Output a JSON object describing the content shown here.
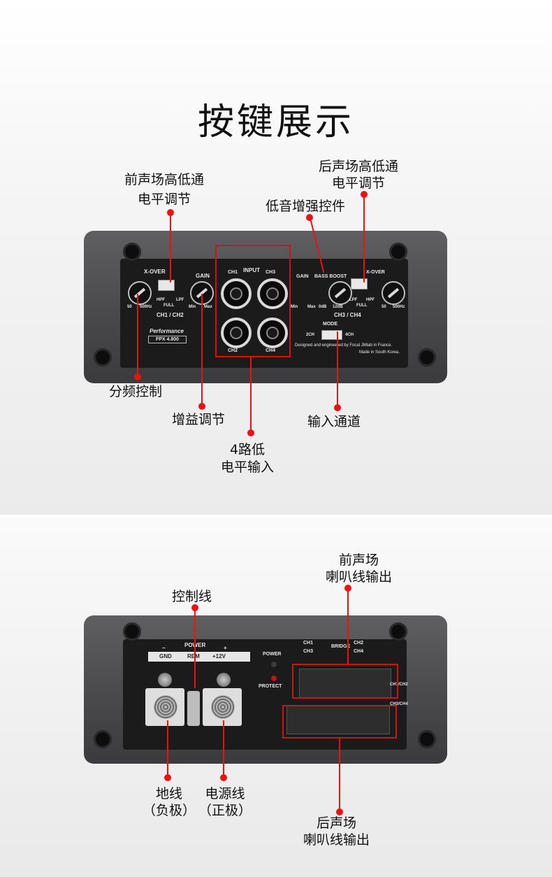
{
  "title": "按键展示",
  "panel1": {
    "labels": {
      "front_xover_line1": "前声场高低通",
      "front_xover_line2": "电平调节",
      "rear_xover_line1": "后声场高低通",
      "rear_xover_line2": "电平调节",
      "bass_boost": "低音增强控件",
      "crossover": "分频控制",
      "gain": "增益调节",
      "input_line1": "4路低",
      "input_line2": "电平输入",
      "input_channel": "输入通道"
    },
    "device": {
      "xover_left": "X-OVER",
      "gain_left": "GAIN",
      "input": "INPUT",
      "ch1": "CH1",
      "ch3": "CH3",
      "ch2": "CH2",
      "ch4": "CH4",
      "gain_right": "GAIN",
      "bass_boost": "BASS BOOST",
      "xover_right": "X-OVER",
      "freq_low": "50",
      "freq_high": "500Hz",
      "hpf": "HPF",
      "lpf": "LPF",
      "full": "FULL",
      "min": "Min",
      "max": "Max",
      "db0": "0dB",
      "db12": "12dB",
      "ch12": "CH1 / CH2",
      "ch34": "CH3 / CH4",
      "brand": "Performance",
      "model": "FPX 4.800",
      "mode": "MODE",
      "mode_2ch": "2CH",
      "mode_4ch": "4CH",
      "credit1": "Designed and engineered by Focal JMlab in France.",
      "credit2": "Made in South Korea."
    }
  },
  "panel2": {
    "labels": {
      "front_spk_line1": "前声场",
      "front_spk_line2": "喇叭线输出",
      "control": "控制线",
      "ground_line1": "地线",
      "ground_line2": "（负极）",
      "power_line1": "电源线",
      "power_line2": "（正极）",
      "rear_spk_line1": "后声场",
      "rear_spk_line2": "喇叭线输出"
    },
    "device": {
      "power_title": "POWER",
      "minus": "−",
      "plus": "+",
      "gnd": "GND",
      "rem": "REM",
      "v12": "+12V",
      "power_led": "POWER",
      "protect_led": "PROTECT",
      "ch1": "CH1",
      "ch2": "CH2",
      "ch3": "CH3",
      "ch4": "CH4",
      "bridge": "BRIDGE",
      "ch12": "CH1/CH2",
      "ch34": "CH3/CH4"
    }
  },
  "colors": {
    "accent": "#dd1111",
    "amp_body": "#4b4b4d",
    "amp_face": "#1b1b1c"
  }
}
